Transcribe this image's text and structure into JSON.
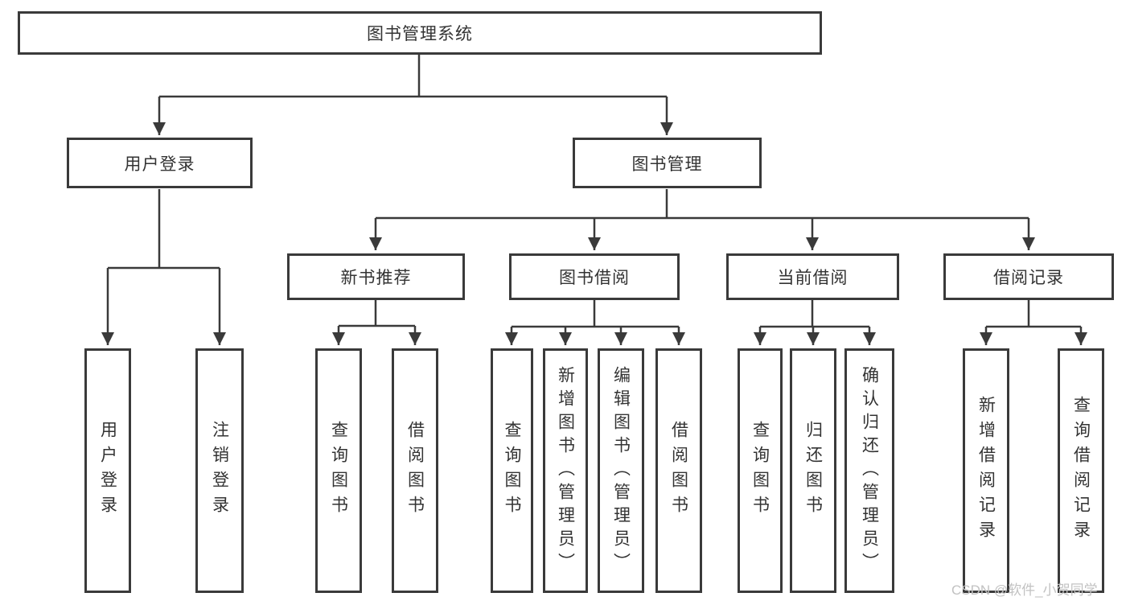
{
  "diagram": {
    "type": "hierarchy-tree",
    "colors": {
      "line": "#3a3a3a",
      "box_border": "#3a3a3a",
      "box_background": "#ffffff",
      "text": "#333333",
      "watermark": "#c2c2c2"
    },
    "root": {
      "label": "图书管理系统"
    },
    "branches": [
      {
        "label": "用户登录",
        "children": [
          {
            "label": "用户登录"
          },
          {
            "label": "注销登录"
          }
        ]
      },
      {
        "label": "图书管理",
        "children": [
          {
            "label": "新书推荐",
            "children": [
              {
                "label": "查询图书"
              },
              {
                "label": "借阅图书"
              }
            ]
          },
          {
            "label": "图书借阅",
            "children": [
              {
                "label": "查询图书"
              },
              {
                "label": "新增图书（管理员）"
              },
              {
                "label": "编辑图书（管理员）"
              },
              {
                "label": "借阅图书"
              }
            ]
          },
          {
            "label": "当前借阅",
            "children": [
              {
                "label": "查询图书"
              },
              {
                "label": "归还图书"
              },
              {
                "label": "确认归还（管理员）"
              }
            ]
          },
          {
            "label": "借阅记录",
            "children": [
              {
                "label": "新增借阅记录"
              },
              {
                "label": "查询借阅记录"
              }
            ]
          }
        ]
      }
    ],
    "watermark": "CSDN @软件_小贺同学"
  }
}
